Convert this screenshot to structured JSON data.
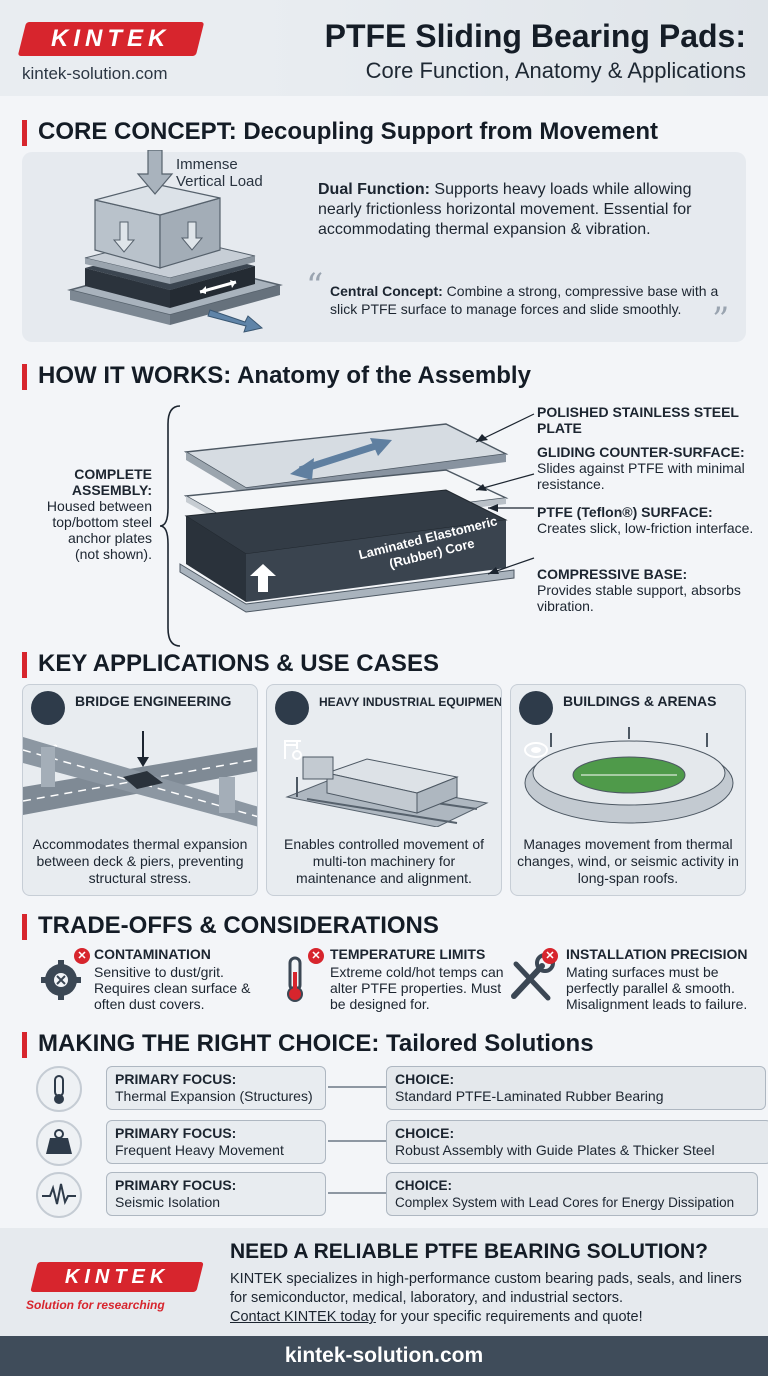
{
  "header": {
    "brand": "KINTEK",
    "url": "kintek-solution.com",
    "title": "PTFE Sliding Bearing Pads:",
    "subtitle": "Core Function, Anatomy & Applications"
  },
  "core": {
    "heading": "CORE CONCEPT: Decoupling Support from Movement",
    "load_label": "Immense Vertical Load",
    "dual_label": "Dual Function:",
    "dual_text": " Supports heavy loads while allowing nearly frictionless horizontal movement. Essential for accommodating thermal expansion & vibration.",
    "central_label": "Central Concept:",
    "central_text": " Combine a strong, compressive base with a slick PTFE surface to manage forces and slide smoothly."
  },
  "how": {
    "heading": "HOW IT WORKS: Anatomy of the Assembly",
    "assembly_title": "COMPLETE ASSEMBLY:",
    "assembly_text": "Housed between top/bottom steel anchor plates (not shown).",
    "core_label": "Laminated Elastomeric (Rubber) Core",
    "annotations": [
      {
        "title": "POLISHED STAINLESS STEEL PLATE",
        "text": ""
      },
      {
        "title": "GLIDING COUNTER-SURFACE:",
        "text": "Slides against PTFE with minimal resistance."
      },
      {
        "title": "PTFE (Teflon®) SURFACE:",
        "text": "Creates slick, low-friction interface."
      },
      {
        "title": "COMPRESSIVE BASE:",
        "text": "Provides stable support, absorbs vibration."
      }
    ]
  },
  "apps": {
    "heading": "KEY APPLICATIONS & USE CASES",
    "items": [
      {
        "title": "BRIDGE ENGINEERING",
        "desc": "Accommodates thermal expansion between deck & piers, preventing structural stress.",
        "icon": "bridge-icon"
      },
      {
        "title": "HEAVY INDUSTRIAL EQUIPMENT",
        "desc": "Enables controlled movement of multi-ton machinery for maintenance and alignment.",
        "icon": "crane-gear-icon"
      },
      {
        "title": "BUILDINGS & ARENAS",
        "desc": "Manages movement from thermal changes, wind, or seismic activity in long-span roofs.",
        "icon": "stadium-icon"
      }
    ]
  },
  "trade": {
    "heading": "TRADE-OFFS & CONSIDERATIONS",
    "items": [
      {
        "title": "CONTAMINATION",
        "desc": "Sensitive to dust/grit. Requires clean surface & often dust covers.",
        "icon": "gear-icon"
      },
      {
        "title": "TEMPERATURE LIMITS",
        "desc": "Extreme cold/hot temps can alter PTFE properties. Must be designed for.",
        "icon": "thermometer-icon"
      },
      {
        "title": "INSTALLATION PRECISION",
        "desc": "Mating surfaces must be perfectly parallel & smooth. Misalignment leads to failure.",
        "icon": "wrench-screwdriver-icon"
      }
    ]
  },
  "choice": {
    "heading": "MAKING THE RIGHT CHOICE: Tailored Solutions",
    "focus_label": "PRIMARY FOCUS:",
    "choice_label": "CHOICE:",
    "rows": [
      {
        "focus": "Thermal Expansion (Structures)",
        "choice": "Standard PTFE-Laminated Rubber Bearing",
        "icon": "thermometer-icon"
      },
      {
        "focus": "Frequent Heavy Movement",
        "choice": "Robust Assembly with Guide Plates & Thicker Steel",
        "icon": "weight-icon"
      },
      {
        "focus": "Seismic Isolation",
        "choice": "Complex System with Lead Cores for Energy Dissipation",
        "icon": "seismic-wave-icon"
      }
    ]
  },
  "cta": {
    "brand": "KINTEK",
    "tagline": "Solution for researching",
    "title": "NEED A RELIABLE PTFE BEARING SOLUTION?",
    "text": "KINTEK specializes in high-performance custom bearing pads, seals, and liners for semiconductor, medical, laboratory, and industrial sectors.",
    "link": "Contact KINTEK today",
    "text_after": " for your specific requirements and quote!"
  },
  "footer": {
    "url": "kintek-solution.com"
  },
  "colors": {
    "accent": "#d7252d",
    "dark": "#3f4c5a",
    "panel": "#e6eaef"
  }
}
